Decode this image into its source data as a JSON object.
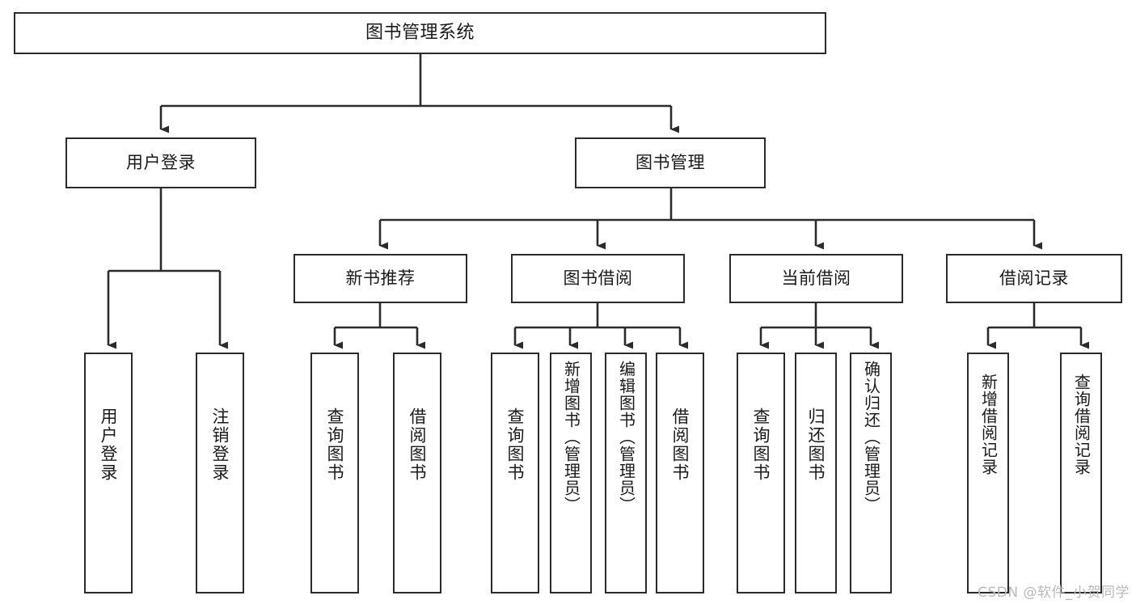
{
  "diagram": {
    "title": "图书管理系统",
    "type": "tree",
    "colors": {
      "node_border": "#2b2b2b",
      "node_fill": "#ffffff",
      "edge": "#2b2b2b",
      "text": "#1a1a1a",
      "watermark": "#b9b9b9",
      "background": "#ffffff"
    },
    "nodes": {
      "root": {
        "label": "图书管理系统"
      },
      "level2": [
        {
          "id": "user-login",
          "label": "用户登录"
        },
        {
          "id": "book-manage",
          "label": "图书管理"
        }
      ],
      "level3": [
        {
          "id": "new-book-rec",
          "label": "新书推荐"
        },
        {
          "id": "book-borrow",
          "label": "图书借阅"
        },
        {
          "id": "current-borrow",
          "label": "当前借阅"
        },
        {
          "id": "borrow-record",
          "label": "借阅记录"
        }
      ],
      "leaves": [
        {
          "id": "leaf-user-login",
          "label": "用户登录",
          "parent": "user-login"
        },
        {
          "id": "leaf-logout",
          "label": "注销登录",
          "parent": "user-login"
        },
        {
          "id": "leaf-query-book-1",
          "label": "查询图书",
          "parent": "new-book-rec"
        },
        {
          "id": "leaf-borrow-book-1",
          "label": "借阅图书",
          "parent": "new-book-rec"
        },
        {
          "id": "leaf-query-book-2",
          "label": "查询图书",
          "parent": "book-borrow"
        },
        {
          "id": "leaf-add-book",
          "label": "新增图书（管理员）",
          "parent": "book-borrow"
        },
        {
          "id": "leaf-edit-book",
          "label": "编辑图书（管理员）",
          "parent": "book-borrow"
        },
        {
          "id": "leaf-borrow-book-2",
          "label": "借阅图书",
          "parent": "book-borrow"
        },
        {
          "id": "leaf-query-book-3",
          "label": "查询图书",
          "parent": "current-borrow"
        },
        {
          "id": "leaf-return-book",
          "label": "归还图书",
          "parent": "current-borrow"
        },
        {
          "id": "leaf-confirm-return",
          "label": "确认归还（管理员）",
          "parent": "current-borrow"
        },
        {
          "id": "leaf-add-record",
          "label": "新增借阅记录",
          "parent": "borrow-record"
        },
        {
          "id": "leaf-query-record",
          "label": "查询借阅记录",
          "parent": "borrow-record"
        }
      ]
    },
    "watermark": "CSDN @软件_小贺同学"
  }
}
